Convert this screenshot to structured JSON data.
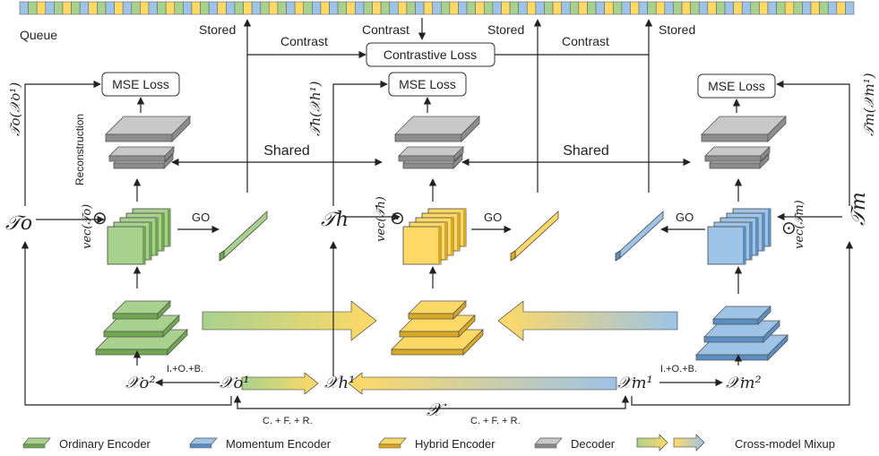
{
  "colors": {
    "ordinary": "#a9d18e",
    "ordinary_dark": "#6fa84e",
    "momentum": "#9dc3e6",
    "momentum_dark": "#5b8fc4",
    "hybrid": "#ffd966",
    "hybrid_dark": "#d9a824",
    "decoder": "#c8c8c8",
    "decoder_dark": "#8c8c8c"
  },
  "queue": {
    "label": "Queue",
    "cell_colors": [
      "#9dc3e6",
      "#a9d18e",
      "#ffd966",
      "#9dc3e6",
      "#a9d18e",
      "#ffd966",
      "#a9d18e",
      "#9dc3e6",
      "#ffd966",
      "#a9d18e",
      "#9dc3e6",
      "#ffd966",
      "#9dc3e6",
      "#a9d18e",
      "#ffd966",
      "#9dc3e6",
      "#a9d18e",
      "#ffd966",
      "#a9d18e",
      "#9dc3e6",
      "#ffd966",
      "#a9d18e",
      "#9dc3e6",
      "#ffd966",
      "#9dc3e6",
      "#a9d18e",
      "#ffd966",
      "#9dc3e6",
      "#a9d18e",
      "#ffd966",
      "#a9d18e",
      "#9dc3e6",
      "#ffd966",
      "#a9d18e",
      "#9dc3e6",
      "#ffd966",
      "#9dc3e6",
      "#a9d18e",
      "#ffd966",
      "#9dc3e6",
      "#a9d18e",
      "#ffd966",
      "#a9d18e",
      "#9dc3e6",
      "#ffd966",
      "#a9d18e",
      "#9dc3e6",
      "#ffd966",
      "#9dc3e6",
      "#a9d18e",
      "#ffd966",
      "#9dc3e6",
      "#a9d18e",
      "#ffd966",
      "#a9d18e",
      "#9dc3e6",
      "#ffd966",
      "#a9d18e",
      "#9dc3e6",
      "#ffd966",
      "#9dc3e6",
      "#a9d18e",
      "#ffd966",
      "#9dc3e6",
      "#a9d18e",
      "#ffd966",
      "#a9d18e",
      "#9dc3e6",
      "#ffd966",
      "#a9d18e",
      "#9dc3e6",
      "#ffd966",
      "#9dc3e6",
      "#a9d18e",
      "#ffd966",
      "#9dc3e6",
      "#a9d18e",
      "#ffd966",
      "#a9d18e",
      "#9dc3e6",
      "#ffd966",
      "#a9d18e",
      "#9dc3e6",
      "#ffd966",
      "#9dc3e6",
      "#a9d18e",
      "#ffd966",
      "#9dc3e6",
      "#a9d18e",
      "#ffd966",
      "#a9d18e",
      "#9dc3e6",
      "#ffd966",
      "#a9d18e",
      "#9dc3e6",
      "#ffd966",
      "#9dc3e6"
    ]
  },
  "labels": {
    "stored": "Stored",
    "contrast": "Contrast",
    "contrastive_loss": "Contrastive Loss",
    "mse_loss": "MSE Loss",
    "shared": "Shared",
    "reconstruction": "Reconstruction",
    "go": "GO",
    "ioB": "I.+O.+B.",
    "cfr": "C. + F. + R.",
    "odot": "⊙"
  },
  "math": {
    "To": "𝒯o",
    "Th": "𝒯h",
    "Tm": "𝒯m",
    "To_X": "𝒯o(𝒳o¹)",
    "Th_X": "𝒯h(𝒳h¹)",
    "Tm_X": "𝒯m(𝒳m¹)",
    "vec_o": "vec(𝒯o)",
    "vec_h": "vec(𝒯h)",
    "vec_m": "vec(𝒯m)",
    "X": "𝒳",
    "Xo1": "𝒳o¹",
    "Xo2": "𝒳o²",
    "Xh1": "𝒳h¹",
    "Xm1": "𝒳m¹",
    "Xm2": "𝒳m²"
  },
  "legend": [
    {
      "label": "Ordinary Encoder",
      "color": "#a9d18e"
    },
    {
      "label": "Momentum Encoder",
      "color": "#9dc3e6"
    },
    {
      "label": "Hybrid Encoder",
      "color": "#ffd966"
    },
    {
      "label": "Decoder",
      "color": "#c8c8c8"
    },
    {
      "label": "Cross-model Mixup",
      "color": "#a9d18e"
    }
  ]
}
